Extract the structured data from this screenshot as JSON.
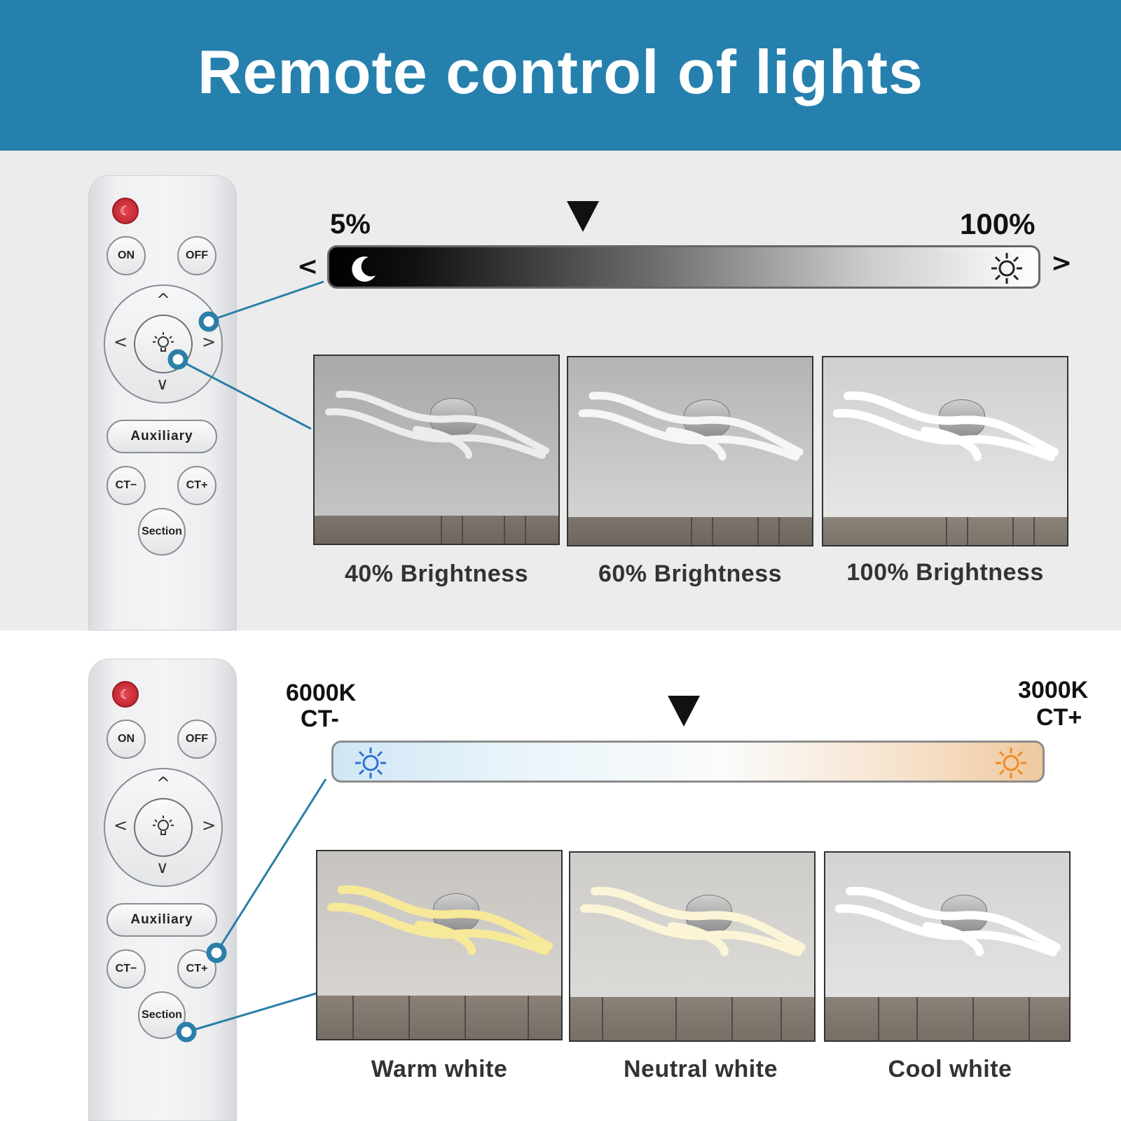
{
  "header": {
    "title": "Remote control of lights"
  },
  "remote": {
    "on_label": "ON",
    "off_label": "OFF",
    "auxiliary_label": "Auxiliary",
    "ct_minus_label": "CT−",
    "ct_plus_label": "CT+",
    "section_label": "Section",
    "up_glyph": "^",
    "down_glyph": "∨",
    "left_glyph": "<",
    "right_glyph": ">"
  },
  "brightness": {
    "min_label": "5%",
    "max_label": "100%",
    "left_arrow": "<",
    "right_arrow": ">",
    "icons": [
      "moon-icon",
      "sun-icon"
    ],
    "photos": [
      {
        "caption": "40% Brightness",
        "level": 0.4
      },
      {
        "caption": "60% Brightness",
        "level": 0.6
      },
      {
        "caption": "100% Brightness",
        "level": 1.0
      }
    ]
  },
  "color_temp": {
    "left_kelvin": "6000K",
    "left_ct": "CT-",
    "right_kelvin": "3000K",
    "right_ct": "CT+",
    "icons": [
      "cool-sun-icon",
      "warm-sun-icon"
    ],
    "photos": [
      {
        "caption": "Warm white"
      },
      {
        "caption": "Neutral white"
      },
      {
        "caption": "Cool white"
      }
    ]
  },
  "colors": {
    "header_blue": "#2580ad",
    "callout_blue": "#2a7fa8",
    "power_red": "#d8303b",
    "cool_icon": "#2f6fd6",
    "warm_icon": "#f08a24"
  }
}
